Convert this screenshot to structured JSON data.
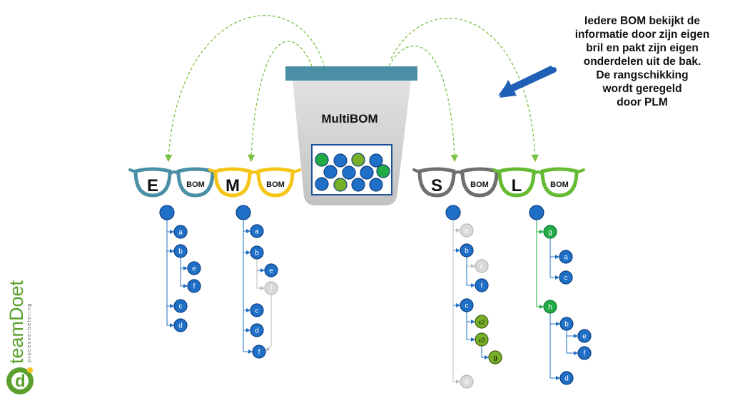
{
  "caption": {
    "lines": [
      "Iedere BOM bekijkt de",
      "informatie door zijn eigen",
      "bril en pakt zijn eigen",
      "onderdelen uit de bak.",
      "De rangschikking",
      "wordt geregeld",
      "door PLM"
    ]
  },
  "bucket": {
    "label": "MultiBOM"
  },
  "glasses": [
    {
      "letter": "E",
      "badge": "BOM",
      "frame_color": "#4a8fa6"
    },
    {
      "letter": "M",
      "badge": "BOM",
      "frame_color": "#f5c518"
    },
    {
      "letter": "S",
      "badge": "BOM",
      "frame_color": "#6f6f6f"
    },
    {
      "letter": "L",
      "badge": "BOM",
      "frame_color": "#66bb33"
    }
  ],
  "logo": {
    "brand": "teamDoet",
    "tagline": "procesverbetering",
    "mark": "d"
  },
  "colors": {
    "node_blue": "#1f6fc6",
    "node_gray": "#d9d9d9",
    "node_green": "#22aa44",
    "node_olive": "#77b028",
    "arrow_green": "#7ac143",
    "bucket_lid": "#4a8fa6",
    "bucket_body": "#cfcfcf"
  },
  "trees": {
    "E": {
      "nodes": [
        "",
        "a",
        "b",
        "e",
        "f",
        "c",
        "d"
      ]
    },
    "M": {
      "nodes": [
        "",
        "a",
        "b",
        "e",
        "f",
        "c",
        "d",
        "f"
      ]
    },
    "S": {
      "nodes": [
        "",
        "a",
        "b",
        "c",
        "f",
        "c",
        "c2",
        "c3",
        "g",
        "d"
      ]
    },
    "L": {
      "nodes": [
        "",
        "g",
        "a",
        "c",
        "h",
        "b",
        "e",
        "f",
        "d"
      ]
    }
  }
}
